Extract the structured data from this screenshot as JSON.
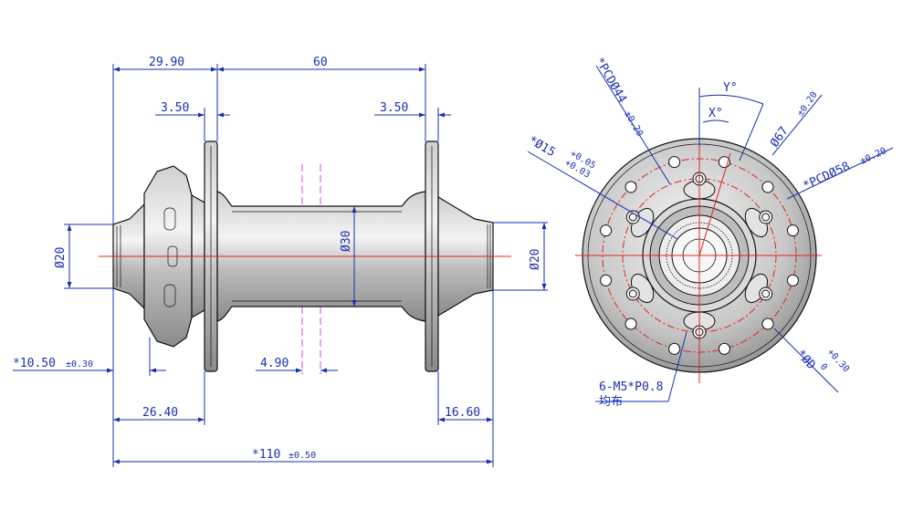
{
  "dimensions": {
    "flange_offset_left": "29.90",
    "flange_spacing": "60",
    "flange_thickness_left": "3.50",
    "flange_thickness_right": "3.50",
    "end_diameter_left": "Ø20",
    "end_diameter_right": "Ø20",
    "shell_diameter": "Ø30",
    "disc_mount_offset": "*10.50",
    "disc_mount_tol": "±0.30",
    "spoke_hole_spacing": "4.90",
    "left_end_to_flange": "26.40",
    "right_end_to_flange": "16.60",
    "overall_width": "*110",
    "overall_tol": "±0.50"
  },
  "side_view": {
    "pcd44_label": "*PCDØ44",
    "pcd44_tol": "±0.20",
    "bore_label": "*Ø15",
    "bore_tol_plus": "+0.05",
    "bore_tol_minus": "+0.03",
    "flange_dia_label": "Ø67",
    "flange_dia_tol": "±0.20",
    "pcd58_label": "*PCDØ58",
    "pcd58_tol": "±0.20",
    "angle_y": "Y°",
    "angle_x": "X°",
    "spoke_hole_label": "*ØD",
    "spoke_hole_tol_plus": "+0.30",
    "spoke_hole_tol_zero": "0",
    "thread_note": "6-M5*P0.8",
    "thread_note_2": "均布"
  },
  "colors": {
    "dimension": "#1a2fb0",
    "centerline": "#e0261b",
    "construction": "#e040e0",
    "part": "#111111"
  }
}
